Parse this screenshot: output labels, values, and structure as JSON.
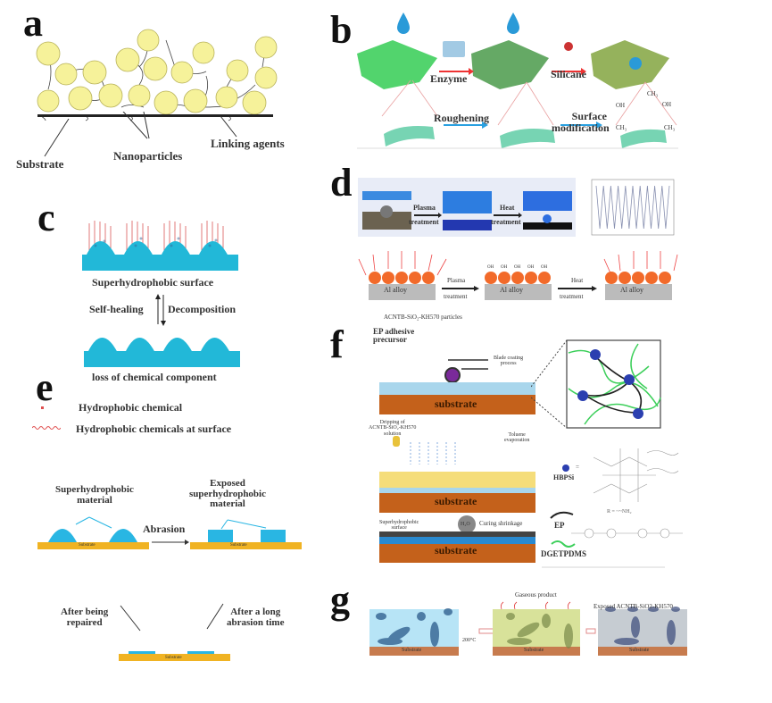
{
  "panel_labels": {
    "a": "a",
    "b": "b",
    "c": "c",
    "d": "d",
    "e": "e",
    "f": "f",
    "g": "g"
  },
  "colors": {
    "nanoparticle_fill": "#f6f29a",
    "substrate_line": "#222222",
    "superhydrophobic_blue": "#22b8d8",
    "hydrophobic_chain_red": "#e07a7a",
    "substrate_orange": "#f0b323",
    "rust_substrate": "#c4611b",
    "coating_blue": "#a9d6ec",
    "toluene_yellow": "#f5dd7a",
    "network_green": "#3ccf5a",
    "crosslink_blue": "#2b3fb0",
    "al_alloy_gray": "#b9b9b9",
    "particle_orange": "#f26a2a"
  },
  "panel_a": {
    "substrate_label": "Substrate",
    "nanoparticles_label": "Nanoparticles",
    "linking_label": "Linking agents"
  },
  "panel_b": {
    "enzyme_label": "Enzyme",
    "silicane_label": "Silicane",
    "roughening_label": "Roughening",
    "surface_mod_label_1": "Surface",
    "surface_mod_label_2": "modification",
    "chem_ch3": "CH₃",
    "chem_oh": "OH"
  },
  "panel_c": {
    "top_caption": "Superhydrophobic surface",
    "self_healing": "Self-healing",
    "decomposition": "Decomposition",
    "bottom_caption": "loss of chemical component"
  },
  "panel_d": {
    "plasma_1": "Plasma",
    "treatment_1": "treatment",
    "heat_1": "Heat",
    "treatment_2": "treatment",
    "al_alloy": "Al alloy",
    "oh_group": "OH",
    "plasma_2": "Plasma",
    "treatment_3": "treatment",
    "heat_2": "Heat",
    "treatment_4": "treatment",
    "chart_cycles": 10
  },
  "panel_e": {
    "legend_dot": "Hydrophobic chemical",
    "legend_chain": "Hydrophobic chemicals at surface",
    "sh_material_1": "Superhydrophobic",
    "sh_material_2": "material",
    "exposed_1": "Exposed",
    "exposed_2": "superhydrophobic",
    "exposed_3": "material",
    "abrasion": "Abrasion",
    "substrate": "Substrate",
    "after_repaired_1": "After being",
    "after_repaired_2": "repaired",
    "after_long_1": "After a long",
    "after_long_2": "abrasion time"
  },
  "panel_f": {
    "particles_label": "ACNTB-SiO₂-KH570 particles",
    "ep_label_1": "EP adhesive",
    "ep_label_2": "precursor",
    "blade_1": "Blade coating",
    "blade_2": "process",
    "substrate": "substrate",
    "dripping_1": "Dripping of",
    "dripping_2": "ACNTB-SiO₂-KH570",
    "dripping_3": "solution",
    "toluene_1": "Toluene",
    "toluene_2": "evaporation",
    "sh_surface_1": "Superhydrophobic",
    "sh_surface_2": "surface",
    "h2o": "H₂O",
    "curing": "Curing shrinkage",
    "hbpsi": "HBPSi",
    "ep": "EP",
    "dgetpdms": "DGETPDMS",
    "eq": "=",
    "r_eq": "R = ~~NH₂"
  },
  "panel_g": {
    "substrate": "Substrate",
    "temp": "200°C",
    "gaseous": "Gaseous product",
    "exposed": "Exposed ACNTB-SiO2-KH570"
  }
}
